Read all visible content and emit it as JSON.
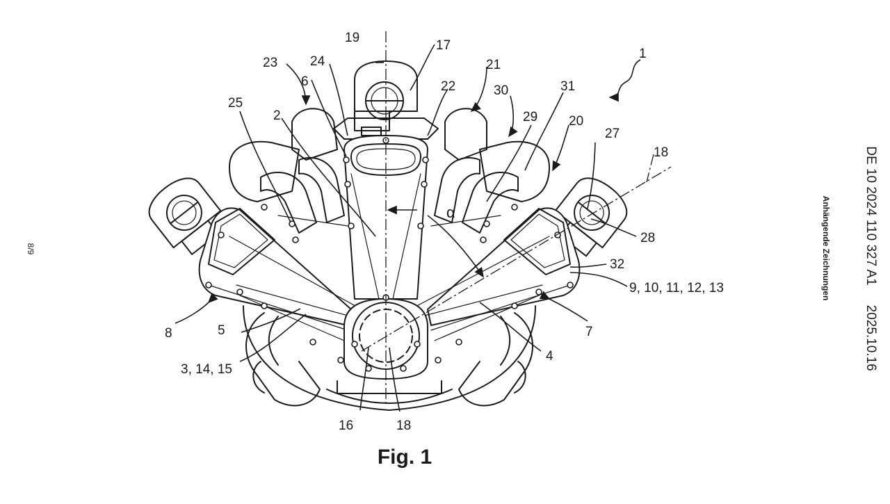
{
  "figure": {
    "caption": "Fig. 1",
    "angle_symbol": "α"
  },
  "page_number": "8/9",
  "document_id": "DE 10 2024 110 327 A1",
  "date": "2025.10.16",
  "section": "Anhängende Zeichnungen",
  "reference_numerals": [
    "1",
    "2",
    "3, 14, 15",
    "4",
    "5",
    "6",
    "7",
    "8",
    "9, 10, 11, 12, 13",
    "16",
    "17",
    "18",
    "18",
    "19",
    "20",
    "21",
    "22",
    "23",
    "24",
    "25",
    "27",
    "28",
    "29",
    "30",
    "31",
    "32"
  ]
}
